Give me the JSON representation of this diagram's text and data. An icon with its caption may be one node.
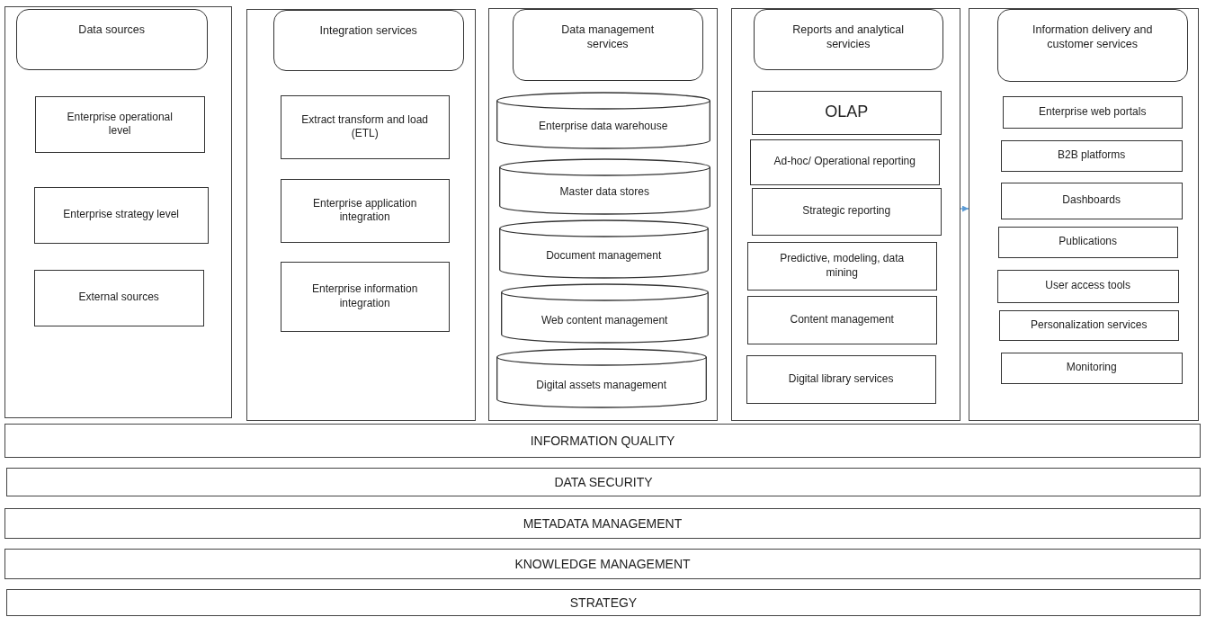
{
  "diagram": {
    "nodes": [
      {
        "text": [],
        "shape": "box"
      },
      {
        "text": [
          "Data sources"
        ],
        "in": 0
      },
      {
        "text": [
          "Enterprise operational level"
        ],
        "in": 0
      },
      {
        "text": [
          "Enterprise strategy level"
        ],
        "in": 0
      },
      {
        "text": [
          "External sources"
        ],
        "in": 0
      },
      {
        "text": [],
        "shape": "box"
      },
      {
        "text": [
          "Integration services"
        ],
        "in": 5
      },
      {
        "text": [
          "Extract transform and load (ETL)"
        ],
        "in": 5
      },
      {
        "text": [
          "Enterprise application integration"
        ],
        "in": 5
      },
      {
        "text": [
          "Enterprise information integration"
        ],
        "in": 5
      },
      {
        "text": [],
        "shape": "box"
      },
      {
        "text": [
          "Data management services"
        ],
        "in": 10
      },
      {
        "text": [
          "Enterprise data warehouse"
        ],
        "in": 10
      },
      {
        "text": [
          "Master data stores"
        ],
        "in": 10
      },
      {
        "text": [
          "Document management"
        ],
        "in": 10
      },
      {
        "text": [
          "Web content management"
        ],
        "in": 10
      },
      {
        "text": [
          "Digital assets management"
        ],
        "in": 10
      },
      {
        "text": [],
        "shape": "box"
      },
      {
        "text": [
          "Reports and analytical servicies"
        ],
        "in": 17
      },
      {
        "text": [
          "OLAP"
        ],
        "in": 17
      },
      {
        "text": [
          "Ad-hoc/ Operational reporting"
        ],
        "in": 17
      },
      {
        "text": [
          "Strategic reporting"
        ],
        "in": 17
      },
      {
        "text": [
          "Predictive, modeling, data mining"
        ],
        "in": 17
      },
      {
        "text": [
          "Content management"
        ],
        "in": 17
      },
      {
        "text": [
          "Digital library services"
        ],
        "in": 17
      },
      {
        "text": [],
        "shape": "box"
      },
      {
        "text": [
          "Information delivery and customer services"
        ],
        "in": 25
      },
      {
        "text": [
          "Enterprise web portals"
        ],
        "in": 25
      },
      {
        "text": [
          "B2B platforms"
        ],
        "in": 25
      },
      {
        "text": [
          "Dashboards"
        ],
        "in": 25
      },
      {
        "text": [
          "Publications"
        ],
        "in": 25
      },
      {
        "text": [
          "User access tools"
        ],
        "in": 25
      },
      {
        "text": [
          "Personalization services"
        ],
        "in": 25
      },
      {
        "text": [
          "Monitoring"
        ],
        "in": 25
      },
      {
        "text": [
          "INFORMATION QUALITY"
        ]
      },
      {
        "text": [
          "DATA SECURITY"
        ]
      },
      {
        "text": [
          "METADATA MANAGEMENT"
        ]
      },
      {
        "text": [
          "KNOWLEDGE MANAGEMENT"
        ]
      },
      {
        "text": [
          "STRATEGY"
        ]
      }
    ],
    "edges": [
      {
        "from": 17,
        "to": 25,
        "arrow": "to",
        "color": "#5b9bd5"
      }
    ]
  }
}
